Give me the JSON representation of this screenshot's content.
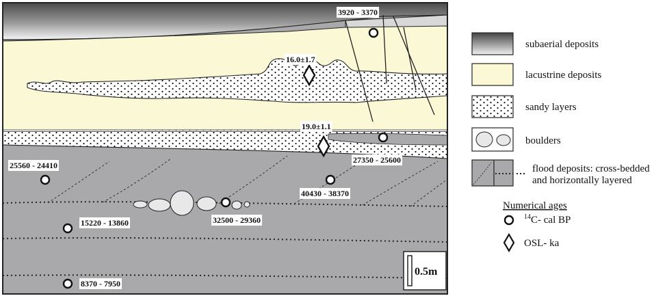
{
  "figure": {
    "legend": {
      "items": [
        {
          "key": "subaerial",
          "label": "subaerial deposits"
        },
        {
          "key": "lacustrine",
          "label": "lacustrine deposits"
        },
        {
          "key": "sandy",
          "label": "sandy layers"
        },
        {
          "key": "boulders",
          "label": "boulders"
        },
        {
          "key": "flood",
          "label_line1": "flood deposits: cross-bedded",
          "label_line2": "and horizontally layered"
        }
      ],
      "numerical_title": "Numerical ages",
      "c14_sup": "14",
      "c14_label": "C- cal BP",
      "osl_label": "OSL- ka"
    },
    "scale_bar": "0.5m",
    "ages": {
      "c14": [
        "3920 - 3370",
        "27350 - 25600",
        "25560 - 24410",
        "40430 - 38370",
        "32500 - 29360",
        "15220 - 13860",
        "8370 - 7950"
      ],
      "osl": [
        "16.0±1.7",
        "19.0±1.1"
      ]
    },
    "colors": {
      "flood": "#a9a9ab",
      "lacustrine": "#fbf8d6",
      "subaerial_dark": "#555555",
      "subaerial_light": "#f2f2f2",
      "sandy": "#ffffff",
      "boulder": "#e8e8e8",
      "outline": "#222222"
    }
  }
}
